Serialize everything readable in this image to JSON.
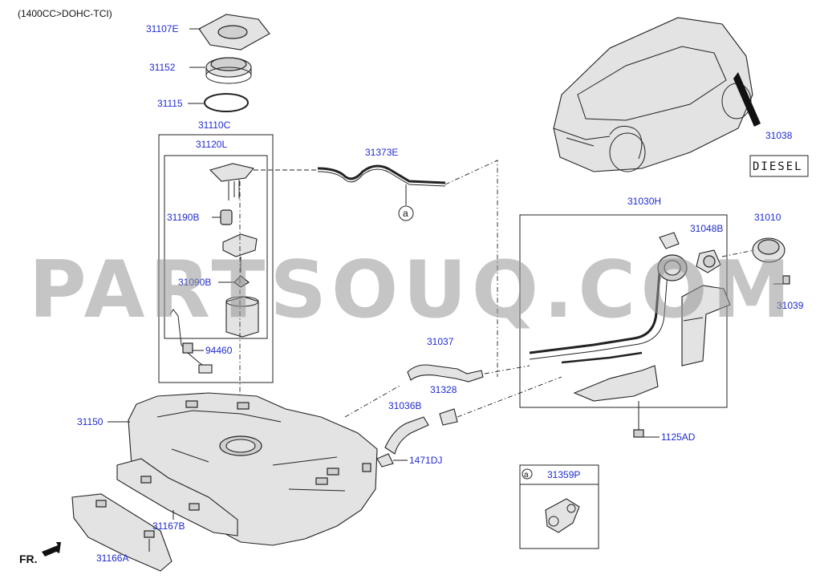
{
  "header": {
    "engine_note": "(1400CC>DOHC-TCI)"
  },
  "watermark": {
    "text": "PARTSOUQ.COM"
  },
  "parts": {
    "p31107E": "31107E",
    "p31152": "31152",
    "p31115": "31115",
    "p31110C": "31110C",
    "p31120L": "31120L",
    "p31190B": "31190B",
    "p31090B": "31090B",
    "p94460": "94460",
    "p31373E": "31373E",
    "p31038": "31038",
    "p31030H": "31030H",
    "p31048B": "31048B",
    "p31010": "31010",
    "p31039": "31039",
    "p31037": "31037",
    "p31328": "31328",
    "p31036B": "31036B",
    "p1471DJ": "1471DJ",
    "p1125AD": "1125AD",
    "p31150": "31150",
    "p31167B": "31167B",
    "p31166A": "31166A",
    "p31359P": "31359P"
  },
  "callout": {
    "marker": "a",
    "inset_marker": "a"
  },
  "badge": {
    "diesel": "DIESEL"
  },
  "direction": {
    "front": "FR."
  },
  "colors": {
    "label_blue": "#1f2bd0",
    "watermark_gray": "#969696",
    "line": "#222222"
  }
}
